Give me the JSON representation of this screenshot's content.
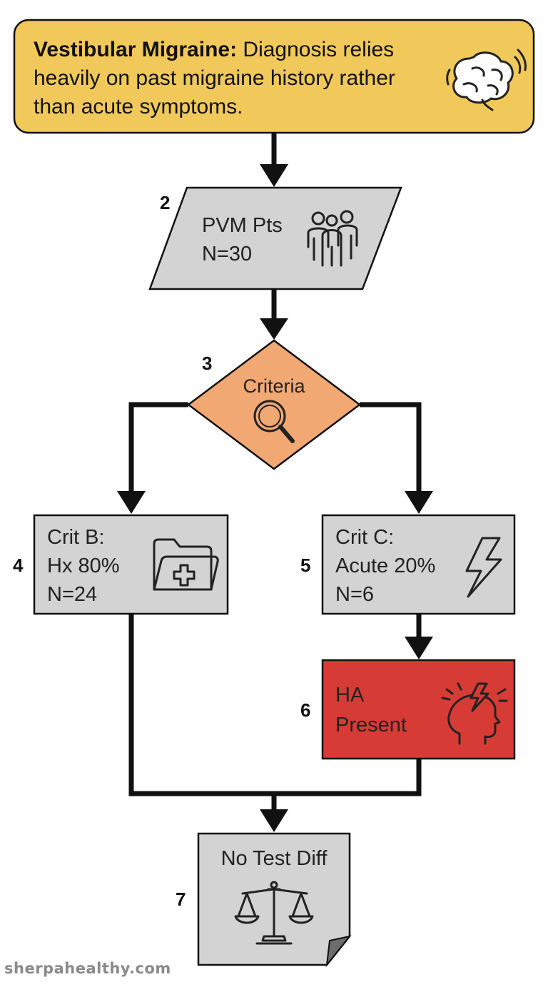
{
  "header": {
    "title": "Vestibular Migraine:",
    "line1_rest": " Diagnosis relies",
    "line2": "heavily on past migraine history rather",
    "line3": "than acute symptoms."
  },
  "nodes": {
    "n2": {
      "step": "2",
      "line1": "PVM Pts",
      "line2": "N=30",
      "icon": "people-group-icon"
    },
    "n3": {
      "step": "3",
      "label": "Criteria",
      "icon": "magnifier-icon"
    },
    "n4": {
      "step": "4",
      "line1": "Crit B:",
      "line2": "Hx 80%",
      "line3": "N=24",
      "icon": "medical-folder-icon"
    },
    "n5": {
      "step": "5",
      "line1": "Crit C:",
      "line2": "Acute 20%",
      "line3": "N=6",
      "icon": "lightning-icon"
    },
    "n6": {
      "step": "6",
      "line1": "HA",
      "line2": "Present",
      "icon": "headache-icon"
    },
    "n7": {
      "step": "7",
      "label": "No Test Diff",
      "icon": "balance-scale-icon"
    }
  },
  "footer": {
    "watermark": "sherpahealthy.com"
  },
  "colors": {
    "header_fill": "#f0c95a",
    "process_fill": "#d3d3d3",
    "decision_fill": "#f2a873",
    "alert_fill": "#d63c35",
    "stroke": "#111111"
  }
}
